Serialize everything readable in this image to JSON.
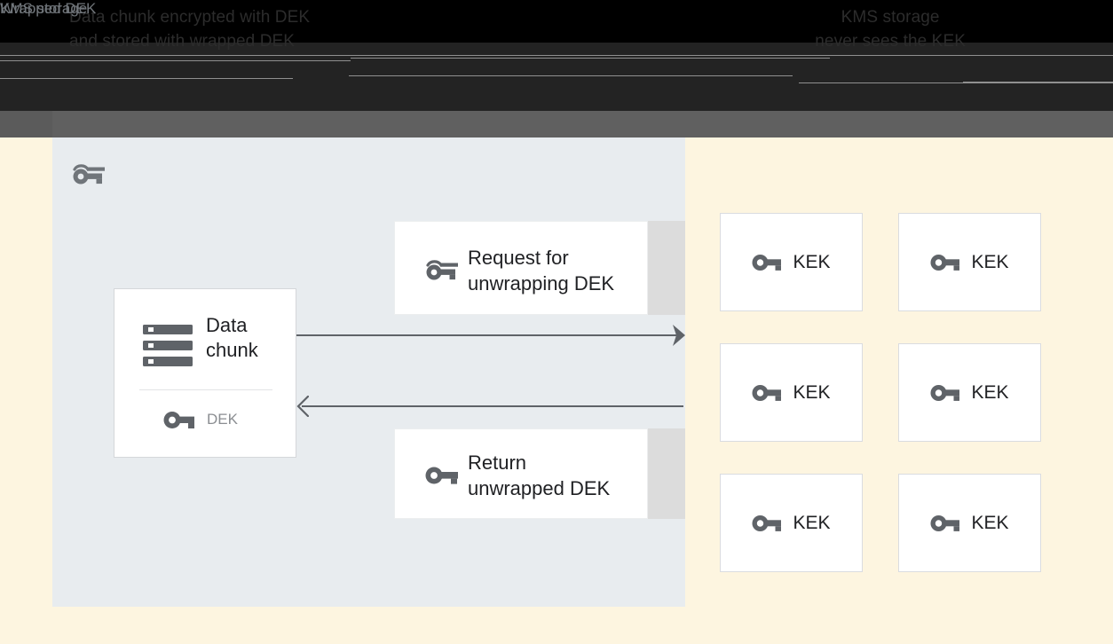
{
  "header": {
    "left_caption": "Data chunk encrypted with DEK\nand stored with wrapped DEK",
    "right_caption": "KMS storage\nnever sees the KEK"
  },
  "left_panel": {
    "title": "Wrapped DEK",
    "title_icon": "wrapped-key-icon",
    "data_card": {
      "icon": "storage-chunk-icon",
      "label": "Data\nchunk",
      "key_icon": "key-icon",
      "key_label": "DEK"
    },
    "messages": [
      {
        "id": "request",
        "icon": "wrapped-key-icon",
        "label": "Request for\nunwrapping DEK"
      },
      {
        "id": "return",
        "icon": "key-icon",
        "label": "Return\nunwrapped DEK"
      }
    ],
    "arrows": [
      {
        "id": "request-arrow",
        "direction": "right",
        "head": "filled"
      },
      {
        "id": "return-arrow",
        "direction": "left",
        "head": "open"
      }
    ]
  },
  "right_panel": {
    "title": "KMS storage",
    "kek_cards": [
      {
        "icon": "key-icon",
        "label": "KEK"
      },
      {
        "icon": "key-icon",
        "label": "KEK"
      },
      {
        "icon": "key-icon",
        "label": "KEK"
      },
      {
        "icon": "key-icon",
        "label": "KEK"
      },
      {
        "icon": "key-icon",
        "label": "KEK"
      },
      {
        "icon": "key-icon",
        "label": "KEK"
      }
    ]
  },
  "colors": {
    "page_background": "#fdf5e0",
    "left_panel_background": "#e8ecef",
    "right_panel_background": "#fdf5e0",
    "card_background": "#ffffff",
    "card_border": "#dadce0",
    "icon_grey": "#5f6368",
    "muted_text": "#70757a",
    "body_text": "#202124",
    "top_bar_black": "#000000",
    "top_bar_dark": "#232323",
    "top_bar_grey": "#606060",
    "card_shadow_strip": "#dcdcdc"
  }
}
